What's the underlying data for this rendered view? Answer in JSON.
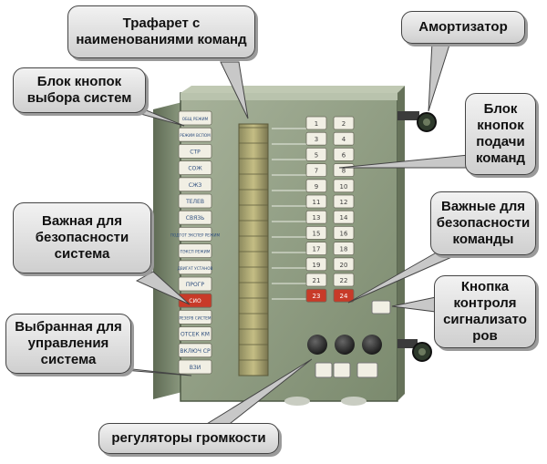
{
  "callouts": {
    "stencil": [
      "Трафарет с",
      "наименованиями команд"
    ],
    "shock_absorber": [
      "Амортизатор"
    ],
    "system_select_block": [
      "Блок кнопок",
      "выбора систем"
    ],
    "command_block": [
      "Блок",
      "кнопок",
      "подачи",
      "команд"
    ],
    "important_system": [
      "Важная для",
      "безопасности",
      "система"
    ],
    "important_commands": [
      "Важные для",
      "безопасности",
      "команды"
    ],
    "signal_test_button": [
      "Кнопка",
      "контроля",
      "сигнализато",
      "ров"
    ],
    "selected_system": [
      "Выбранная для",
      "управления",
      "система"
    ],
    "volume_controls": [
      "регуляторы громкости"
    ]
  },
  "panel": {
    "system_buttons": [
      "ОБЩ РЕЖИМ",
      "РЕЖИМ ВСПОМ",
      "СТР",
      "СОЖ",
      "СЖЗ",
      "ТЕЛЕВ",
      "СВЯЗЬ",
      "ПОДГОТ ЭКСПЕР РЕЖИМ",
      "ПЭКСП РЕЖИМ",
      "ДВИГАТ УСТАНОВ",
      "ПРОГР",
      "СИО",
      "РЕЗЕРВ СИСТЕМ",
      "ОТСЕК КМ",
      "ВКЛЮЧ СР",
      "ВЗИ"
    ],
    "command_col_left": [
      "1",
      "3",
      "5",
      "7",
      "9",
      "11",
      "13",
      "15",
      "17",
      "19",
      "21",
      "23"
    ],
    "command_col_right": [
      "2",
      "4",
      "6",
      "8",
      "10",
      "12",
      "14",
      "16",
      "18",
      "20",
      "22",
      "24"
    ],
    "colors": {
      "panel_green": "#8b9a7e",
      "button_white": "#f1efe4",
      "button_red": "#c83a28",
      "knob": "#2a2a2a"
    }
  }
}
